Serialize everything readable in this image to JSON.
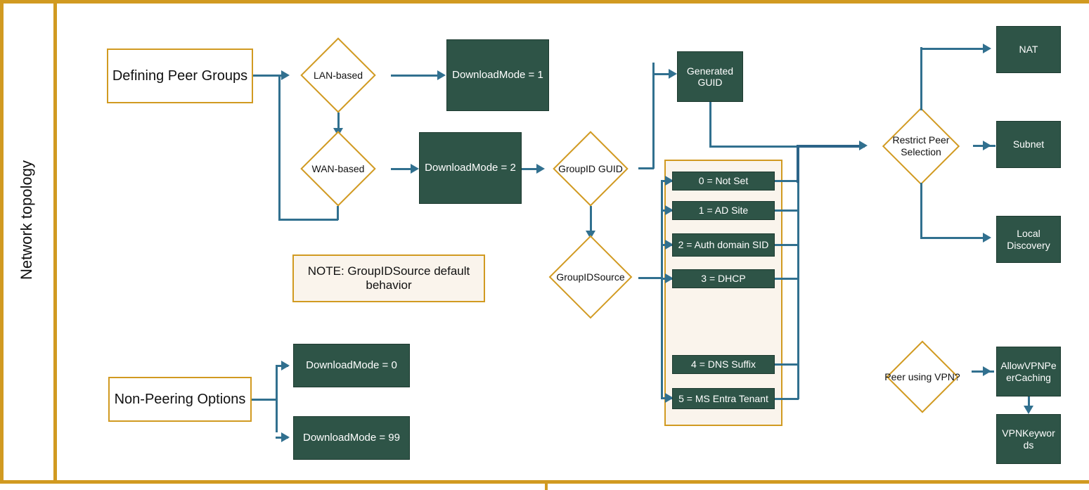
{
  "diagram": {
    "rail_label": "Network topology",
    "colors": {
      "green_fill": "#2E5447",
      "gold_border": "#D19A21",
      "note_fill": "#FAF4EC",
      "connector_blue": "#31708F",
      "text_light": "#FFFFFF",
      "text_dark": "#111111",
      "page_background": "#FFFFFF"
    },
    "branches": {
      "peer_groups": {
        "entry_label": "Defining Peer Groups",
        "decisions": [
          {
            "label": "LAN-based"
          },
          {
            "label": "WAN-based"
          }
        ],
        "outcomes": [
          {
            "label": "DownloadMode = 1"
          },
          {
            "label": "DownloadMode = 2"
          }
        ]
      },
      "group_id": {
        "guid_decision": "GroupID GUID",
        "generated": "Generated\nGUID",
        "generated_line1": "Generated",
        "generated_line2": "GUID",
        "source_decision": "GroupIDSource",
        "source_options": [
          {
            "label": "0 = Not Set",
            "has_inbound_arrow": true
          },
          {
            "label": "1 = AD Site",
            "has_inbound_arrow": true
          },
          {
            "label": "2 = Auth domain SID",
            "has_inbound_arrow": true
          },
          {
            "label": "3 = DHCP",
            "has_inbound_arrow": true
          },
          {
            "label": "4 = DNS Suffix",
            "has_inbound_arrow": false
          },
          {
            "label": "5 = MS Entra Tenant",
            "has_inbound_arrow": true
          }
        ]
      },
      "restrict_peer": {
        "decision_line1": "Restrict Peer",
        "decision_line2": "Selection",
        "outcomes": [
          {
            "label": "NAT"
          },
          {
            "label": "Subnet"
          },
          {
            "label": "Local\nDiscovery",
            "line1": "Local",
            "line2": "Discovery"
          }
        ]
      },
      "non_peering": {
        "entry_label": "Non-Peering Options",
        "outcomes": [
          {
            "label": "DownloadMode = 0"
          },
          {
            "label": "DownloadMode = 99"
          }
        ]
      },
      "vpn": {
        "decision": "Peer using VPN?",
        "outcomes": [
          {
            "label": "AllowVPNPeerCaching",
            "line1": "AllowVPNPe",
            "line2": "erCaching"
          },
          {
            "label": "VPNKeywords",
            "line1": "VPNKeywor",
            "line2": "ds"
          }
        ]
      }
    },
    "note": {
      "line1": "NOTE: GroupIDSource default",
      "line2": "behavior"
    }
  }
}
